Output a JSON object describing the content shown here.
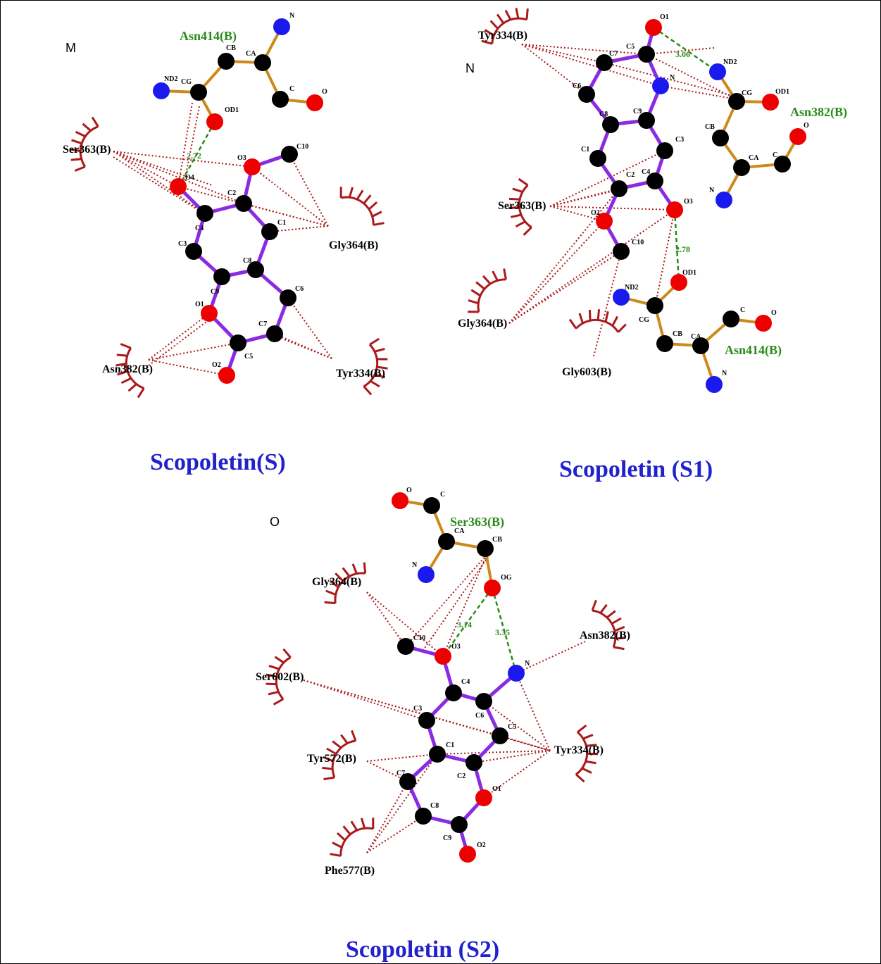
{
  "colors": {
    "ligand_bond": "#8a2be2",
    "residue_bond": "#cc8a1a",
    "carbon": "#000000",
    "oxygen": "#ee0000",
    "nitrogen": "#1a1aee",
    "hydrophobic": "#aa1a1a",
    "hbond": "#2a8a1a",
    "caption": "#2222cc"
  },
  "panels": [
    {
      "id": "M",
      "letter": "M",
      "caption": "Scopoletin(S)",
      "hbonded_residues": [
        "Asn414(B)"
      ],
      "hbond_distances": [
        "2.72"
      ],
      "hydrophobic_residues": [
        "Ser363(B)",
        "Gly364(B)",
        "Asn382(B)",
        "Tyr334(B)"
      ],
      "ligand_atoms": [
        "O4",
        "C4",
        "C2",
        "O3",
        "C10",
        "C1",
        "C8",
        "C3",
        "C9",
        "O1",
        "C6",
        "C7",
        "C5",
        "O2"
      ],
      "residue_atoms": [
        "N",
        "CB",
        "CA",
        "ND2",
        "CG",
        "C",
        "O",
        "OD1"
      ]
    },
    {
      "id": "N",
      "letter": "N",
      "caption": "Scopoletin (S1)",
      "hbonded_residues": [
        "Asn382(B)",
        "Asn414(B)"
      ],
      "hbond_distances": [
        "3.06",
        "2.78"
      ],
      "hydrophobic_residues": [
        "Tyr334(B)",
        "Ser363(B)",
        "Gly364(B)",
        "Gly603(B)"
      ],
      "ligand_atoms": [
        "O1",
        "C7",
        "C5",
        "N",
        "C6",
        "C8",
        "C9",
        "C1",
        "C3",
        "C2",
        "C4",
        "O2",
        "O3",
        "C10"
      ],
      "residue_atoms_a": [
        "ND2",
        "CG",
        "OD1",
        "CB",
        "O",
        "CA",
        "C",
        "N"
      ],
      "residue_atoms_b": [
        "OD1",
        "ND2",
        "CG",
        "CB",
        "CA",
        "C",
        "O",
        "N"
      ]
    },
    {
      "id": "O",
      "letter": "O",
      "caption": "Scopoletin (S2)",
      "hbonded_residues": [
        "Ser363(B)"
      ],
      "hbond_distances": [
        "3.14",
        "3.35"
      ],
      "hydrophobic_residues": [
        "Gly364(B)",
        "Asn382(B)",
        "Ser602(B)",
        "Tyr572(B)",
        "Tyr334(B)",
        "Phe577(B)"
      ],
      "ligand_atoms": [
        "C10",
        "O3",
        "N",
        "C4",
        "C3",
        "C6",
        "C5",
        "C1",
        "C2",
        "C7",
        "O1",
        "C8",
        "C9",
        "O2"
      ],
      "residue_atoms": [
        "O",
        "C",
        "CA",
        "CB",
        "N",
        "OG"
      ]
    }
  ]
}
